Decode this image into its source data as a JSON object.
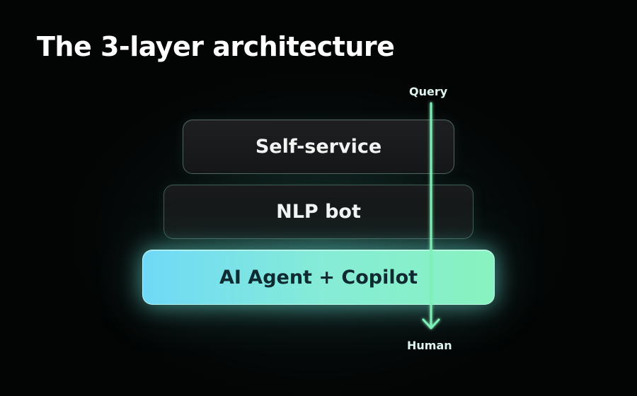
{
  "title": "The 3-layer architecture",
  "layers": [
    {
      "label": "Self-service"
    },
    {
      "label": "NLP bot"
    },
    {
      "label": "AI Agent + Copilot"
    }
  ],
  "flow": {
    "start_label": "Query",
    "end_label": "Human",
    "arrow_color": "#7ff0b8"
  },
  "colors": {
    "background": "#030404",
    "highlight_gradient_start": "#6fd9f7",
    "highlight_gradient_end": "#88f2bf",
    "highlight_text": "#0f2a30",
    "text": "#ffffff"
  }
}
